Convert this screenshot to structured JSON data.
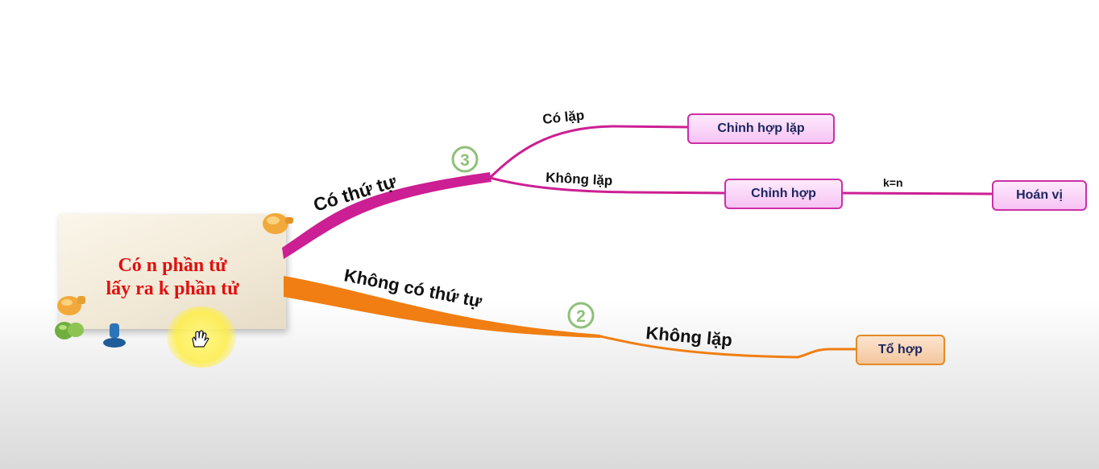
{
  "root": {
    "lines": [
      "Có n phần tử",
      "lấy ra k phần tử"
    ]
  },
  "branches": {
    "ordered": {
      "label": "Có thứ tự",
      "badge": "3",
      "color": "#cc1f93",
      "sub": {
        "repeat": {
          "label": "Có lặp",
          "node": "Chỉnh hợp lặp"
        },
        "norepeat": {
          "label": "Không lặp",
          "node": "Chỉnh hợp",
          "edge": "k=n",
          "next": "Hoán vị"
        }
      }
    },
    "unordered": {
      "label": "Không có thứ tự",
      "badge": "2",
      "color": "#f07e12",
      "sub": {
        "norepeat": {
          "label": "Không lặp",
          "node": "Tổ hợp"
        }
      }
    }
  },
  "colors": {
    "node_pink_border": "#cc2fa5",
    "node_orange_border": "#e58a27",
    "badge_green": "#8fc078",
    "root_text": "#e0100f",
    "node_text": "#1c2660"
  },
  "icons": [
    "pushpin-icon",
    "hand-cursor-icon"
  ]
}
